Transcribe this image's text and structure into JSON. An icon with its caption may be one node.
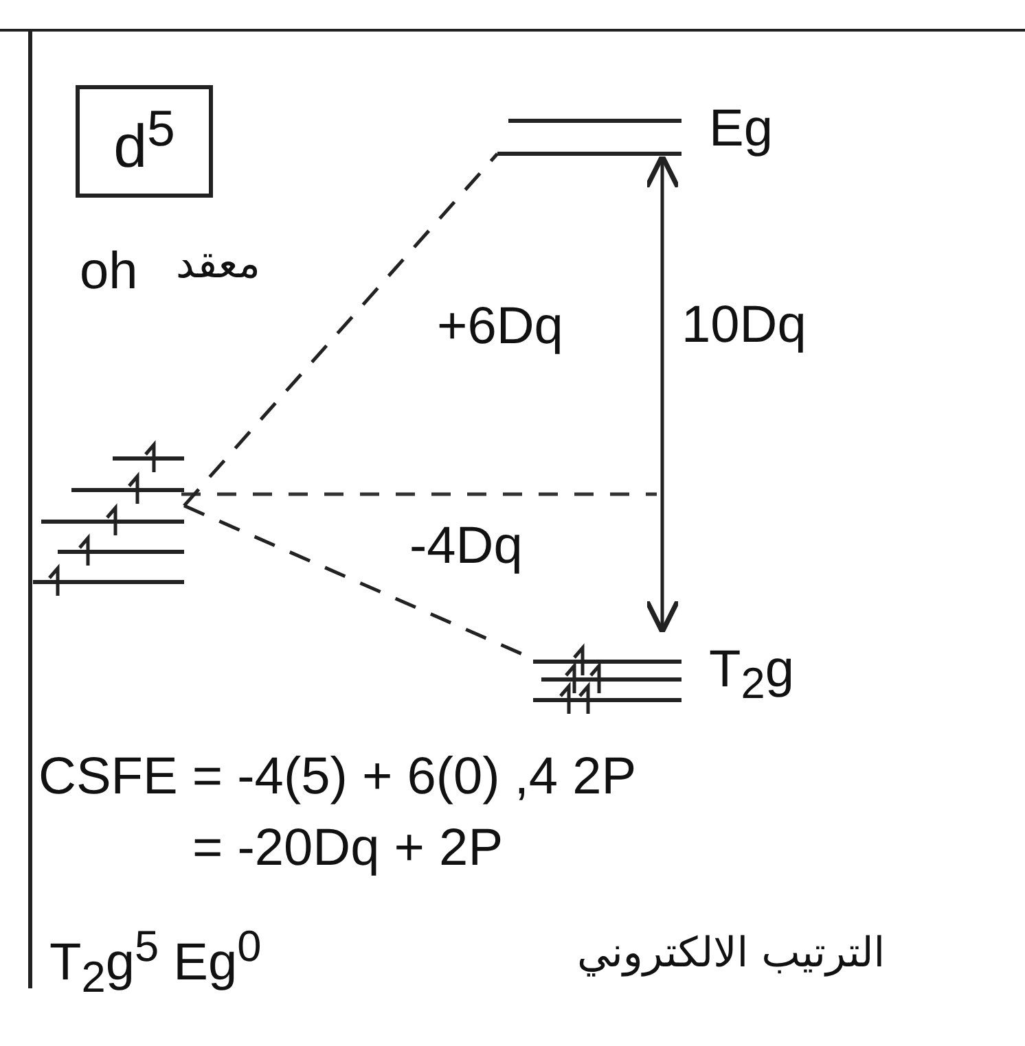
{
  "diagram": {
    "nodes": [
      {
        "text": [
          "d$^{5}$"
        ]
      },
      {
        "text": [],
        "shape": "bar"
      },
      {
        "text": [],
        "shape": "bar",
        "beside": [
          "Eg"
        ]
      },
      {
        "text": [],
        "shape": "bar",
        "beside": [
          "T$_{2}$g"
        ]
      }
    ],
    "edges": [
      {
        "from": 1,
        "to": 2,
        "arrow": "none",
        "style": "dashed"
      },
      {
        "from": 1,
        "to": 3,
        "arrow": "none",
        "style": "dashed"
      },
      {
        "from": 2,
        "to": 3,
        "arrow": "both",
        "label": "10Dq"
      }
    ],
    "labels": [
      "oh",
      "معقد",
      "+6Dq",
      "-4Dq",
      "CSFE = -4(5) + 6(0) ,4 2P",
      "= -20Dq + 2P",
      "T$_{2}$g$^{5}$ Eg$^{0}$",
      "الترتيب الالكتروني"
    ]
  }
}
